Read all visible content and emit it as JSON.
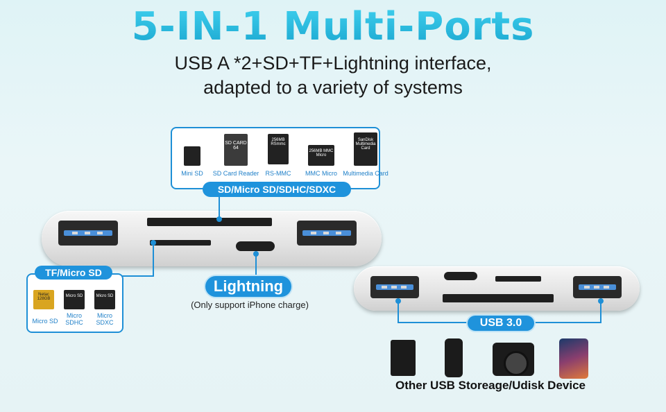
{
  "title": "5-IN-1 Multi-Ports",
  "subtitle_line1": "USB A *2+SD+TF+Lightning interface,",
  "subtitle_line2": "adapted to a variety of systems",
  "sd_panel": {
    "label": "SD/Micro SD/SDHC/SDXC",
    "cards": [
      {
        "caption": "Mini SD",
        "print": ""
      },
      {
        "caption": "SD Card Reader",
        "print": "SD CARD 64"
      },
      {
        "caption": "RS-MMC",
        "print": "256MB RSmmc"
      },
      {
        "caption": "MMC Micro",
        "print": "256MB MMC Micro"
      },
      {
        "caption": "Multimedia Card",
        "print": "SanDisk Multimedia Card"
      }
    ]
  },
  "tf_panel": {
    "label": "TF/Micro SD",
    "cards": [
      {
        "caption": "Micro SD",
        "print": "Netac 128GB"
      },
      {
        "caption": "Micro SDHC",
        "print": "Micro SD"
      },
      {
        "caption": "Micro SDXC",
        "print": "Micro SD"
      }
    ]
  },
  "lightning": {
    "label": "Lightning",
    "note": "(Only support iPhone charge)"
  },
  "usb3": {
    "label": "USB 3.0",
    "devices_caption": "Other USB Storeage/Udisk Device"
  },
  "colors": {
    "accent": "#1f93dc",
    "title": "#23b6d8"
  }
}
